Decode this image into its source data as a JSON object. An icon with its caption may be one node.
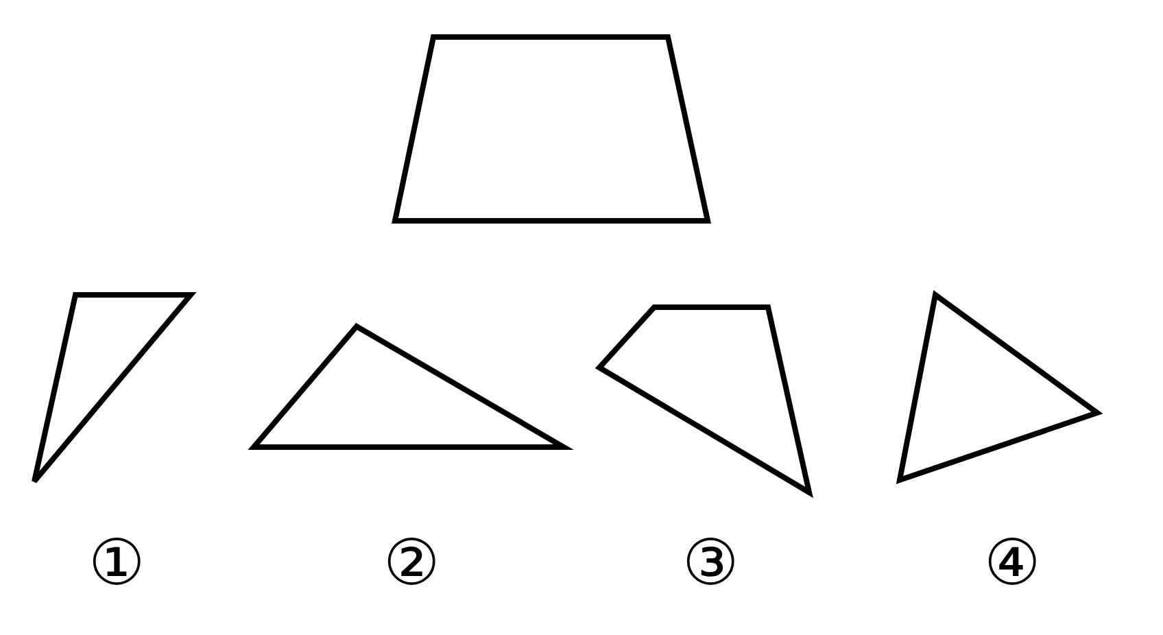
{
  "diagram": {
    "nodes": [
      {
        "text": [],
        "shape": "trapezoid"
      },
      {
        "text": [],
        "shape": "triangle",
        "beside": [
          "①"
        ]
      },
      {
        "text": [],
        "shape": "triangle",
        "beside": [
          "②"
        ]
      },
      {
        "text": [],
        "shape": "quadrilateral",
        "beside": [
          "③"
        ]
      },
      {
        "text": [],
        "shape": "triangle",
        "beside": [
          "④"
        ]
      }
    ]
  }
}
